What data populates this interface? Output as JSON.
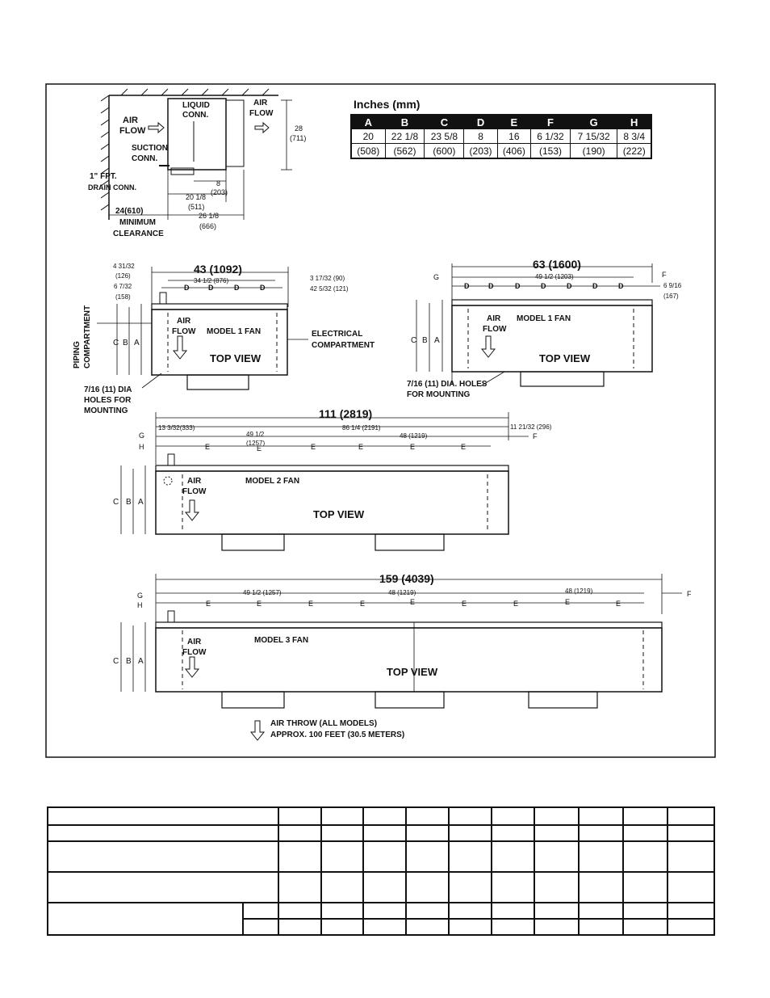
{
  "dimension_table": {
    "title": "Inches (mm)",
    "headers": [
      "A",
      "B",
      "C",
      "D",
      "E",
      "F",
      "G",
      "H"
    ],
    "inches": [
      "20",
      "22 1/8",
      "23 5/8",
      "8",
      "16",
      "6 1/32",
      "7 15/32",
      "8 3/4"
    ],
    "mm": [
      "(508)",
      "(562)",
      "(600)",
      "(203)",
      "(406)",
      "(153)",
      "(190)",
      "(222)"
    ]
  },
  "side_view": {
    "air_flow_in": [
      "AIR",
      "FLOW"
    ],
    "liquid_conn": [
      "LIQUID",
      "CONN."
    ],
    "air_flow_out": [
      "AIR",
      "FLOW"
    ],
    "suction_conn": [
      "SUCTION",
      "CONN."
    ],
    "drain_conn": [
      "1\" FPT.",
      "DRAIN CONN."
    ],
    "height": [
      "28",
      "(711)"
    ],
    "dim_8": [
      "8",
      "(203)"
    ],
    "dim_20": [
      "20 1/8",
      "(511)"
    ],
    "dim_24": "24(610)",
    "dim_26": [
      "26 1/8",
      "(666)"
    ],
    "min_clearance": [
      "MINIMUM",
      "CLEARANCE"
    ]
  },
  "model1_left": {
    "overall": "43 (1092)",
    "dim_left1": [
      "4 31/32",
      "(126)"
    ],
    "dim_left2": [
      "6 7/32",
      "(158)"
    ],
    "dim_mid": "34 1/2 (876)",
    "dim_right1": "3 17/32 (90)",
    "dim_right2": "42 5/32 (121)",
    "piping": [
      "PIPING",
      "COMPARTMENT"
    ],
    "air_flow": [
      "AIR",
      "FLOW"
    ],
    "model": "MODEL 1 FAN",
    "electrical": [
      "ELECTRICAL",
      "COMPARTMENT"
    ],
    "top_view": "TOP VIEW",
    "holes": [
      "7/16 (11) DIA",
      "HOLES FOR",
      "MOUNTING"
    ],
    "cba": [
      "C",
      "B",
      "A"
    ],
    "d": "D"
  },
  "model1_right": {
    "overall": "63 (1600)",
    "g": "G",
    "f": "F",
    "dim_mid": "49 1/2 (1203)",
    "dim_right": [
      "6 9/16",
      "(167)"
    ],
    "air_flow": [
      "AIR",
      "FLOW"
    ],
    "model": "MODEL  1 FAN",
    "top_view": "TOP VIEW",
    "holes": [
      "7/16 (11) DIA. HOLES",
      "FOR MOUNTING"
    ],
    "cba": [
      "C",
      "B",
      "A"
    ],
    "d": "D"
  },
  "model2": {
    "overall": "111 (2819)",
    "dim_left": "13 3/32(333)",
    "g": "G",
    "h": "H",
    "dim_86": "86 1/4 (2191)",
    "dim_right": "11 21/32 (296)",
    "f": "F",
    "dim_49": [
      "49 1/2",
      "(1257)"
    ],
    "dim_48": "48 (1219)",
    "e": "E",
    "air_flow": [
      "AIR",
      "FLOW"
    ],
    "model": "MODEL  2 FAN",
    "top_view": "TOP VIEW",
    "cba": [
      "C",
      "B",
      "A"
    ]
  },
  "model3": {
    "overall": "159 (4039)",
    "g": "G",
    "h": "H",
    "f": "F",
    "dim_49": "49 1/2 (1257)",
    "dim_48a": "48 (1219)",
    "dim_48b": "48 (1219)",
    "e": "E",
    "air_flow": [
      "AIR",
      "FLOW"
    ],
    "model": "MODEL  3 FAN",
    "top_view": "TOP VIEW",
    "cba": [
      "C",
      "B",
      "A"
    ]
  },
  "air_throw": [
    "AIR THROW (ALL MODELS)",
    "APPROX. 100 FEET (30.5 METERS)"
  ]
}
